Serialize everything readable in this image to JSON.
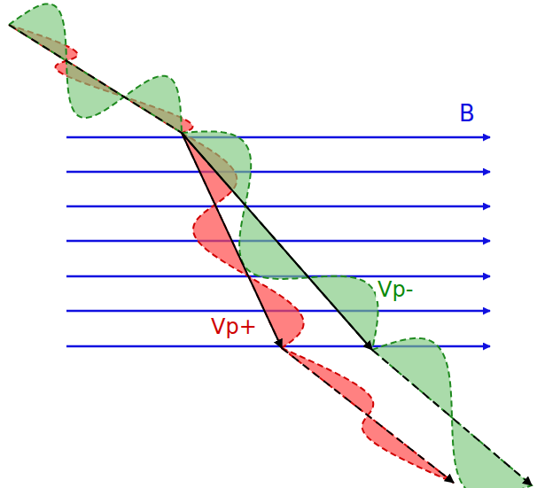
{
  "diagram": {
    "labels": [
      "B",
      "Vp-",
      "Vp+"
    ]
  }
}
